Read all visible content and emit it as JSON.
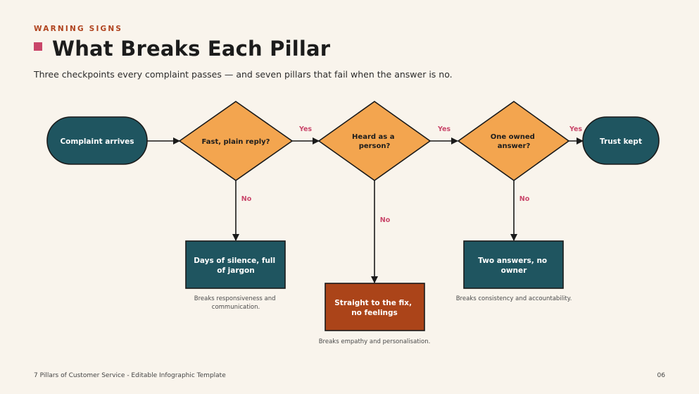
{
  "header": {
    "eyebrow": "WARNING SIGNS",
    "title": "What Breaks Each Pillar",
    "subtitle": "Three checkpoints every complaint passes — and seven pillars that fail when the answer is no."
  },
  "flow": {
    "start": "Complaint arrives",
    "end": "Trust kept",
    "decisions": [
      {
        "lines": [
          "Fast, plain reply?"
        ]
      },
      {
        "lines": [
          "Heard as a",
          "person?"
        ]
      },
      {
        "lines": [
          "One owned",
          "answer?"
        ]
      }
    ],
    "yes_label": "Yes",
    "no_label": "No",
    "failures": [
      {
        "lines": [
          "Days of silence, full",
          "of jargon"
        ],
        "caption": [
          "Breaks responsiveness and",
          "communication."
        ]
      },
      {
        "lines": [
          "Straight to the fix,",
          "no feelings"
        ],
        "caption": [
          "Breaks empathy and personalisation."
        ]
      },
      {
        "lines": [
          "Two answers, no",
          "owner"
        ],
        "caption": [
          "Breaks consistency and accountability."
        ]
      }
    ]
  },
  "footer": {
    "left": "7 Pillars of Customer Service - Editable Infographic Template",
    "page": "06"
  },
  "colors": {
    "background": "#f9f4ec",
    "teal": "#1f5560",
    "orange": "#f3a54f",
    "rust": "#ab4419",
    "accent": "#c9466a",
    "eyebrow": "#b0431e"
  }
}
